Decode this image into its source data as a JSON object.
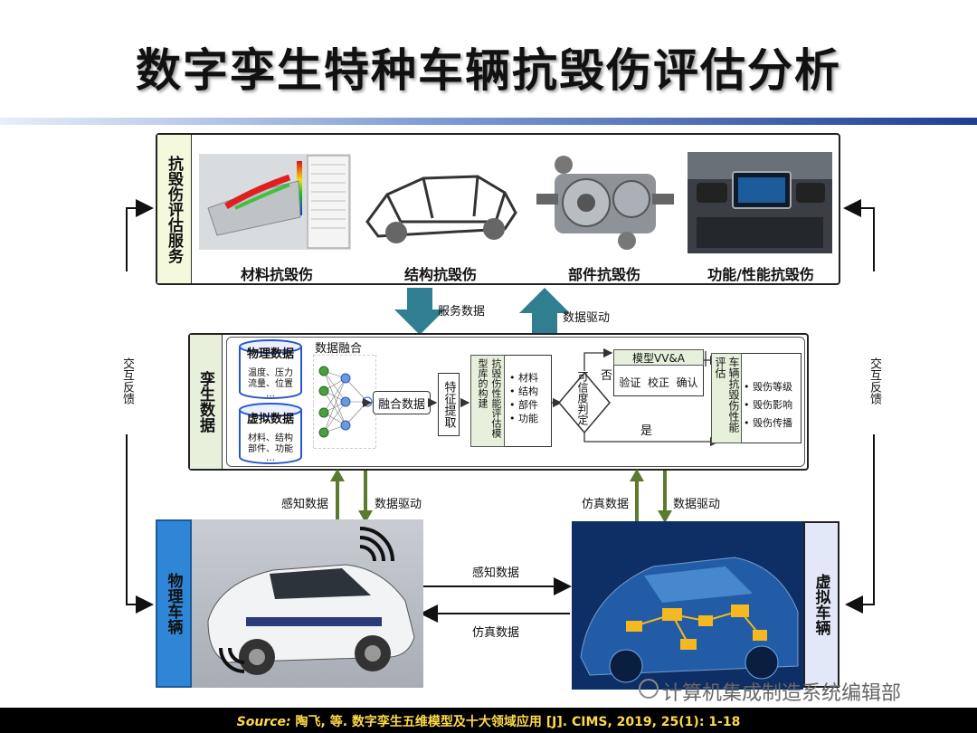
{
  "title": "数字孪生特种车辆抗毁伤评估分析",
  "service": {
    "label": "抗毁伤评估服务",
    "items": [
      "材料抗毁伤",
      "结构抗毁伤",
      "部件抗毁伤",
      "功能/性能抗毁伤"
    ]
  },
  "flows": {
    "service_data": "服务数据",
    "data_drive_top": "数据驱动",
    "perception_data": "感知数据",
    "data_drive_left": "数据驱动",
    "sim_data": "仿真数据",
    "data_drive_right": "数据驱动",
    "perception_data_mid": "感知数据",
    "sim_data_mid": "仿真数据",
    "interaction_left": "交互反馈",
    "interaction_right": "交互反馈"
  },
  "twin": {
    "label": "孪生数据",
    "physical_data": "物理数据",
    "physical_sub1": "温度、压力",
    "physical_sub2": "流量、位置",
    "ellipsis1": "…",
    "virtual_data": "虚拟数据",
    "virtual_sub1": "材料、结构",
    "virtual_sub2": "部件、功能",
    "ellipsis2": "…",
    "fusion": "数据融合",
    "fused": "融合数据",
    "feature": "特征提取",
    "model_lib": "抗毁伤性能评估模型库的构建",
    "model_items": [
      "材料",
      "结构",
      "部件",
      "功能"
    ],
    "credibility": "可信度判定",
    "no": "否",
    "yes": "是",
    "vva_title": "模型VV&A",
    "vva_items": "验证  校正  确认",
    "eval": "车辆抗毁伤性能评估",
    "eval_items": [
      "毁伤等级",
      "毁伤影响",
      "毁伤传播"
    ]
  },
  "physical_vehicle": "物理车辆",
  "virtual_vehicle": "虚拟车辆",
  "watermark": "计算机集成制造系统编辑部",
  "footer": {
    "source_label": "Source:",
    "citation": " 陶飞, 等. 数字孪生五维模型及十大领域应用 [J]. CIMS, 2019, 25(1): 1-18"
  },
  "colors": {
    "service_label_bg": "#f4f8dc",
    "twin_label_bg": "#e6f0da",
    "physical_label_bg": "#2f86d6",
    "virtual_label_bg": "#e3e8f8",
    "teal_arrow": "#2f7f90",
    "green_arrow": "#5c7a2e",
    "footer_text": "#ffd94a"
  }
}
